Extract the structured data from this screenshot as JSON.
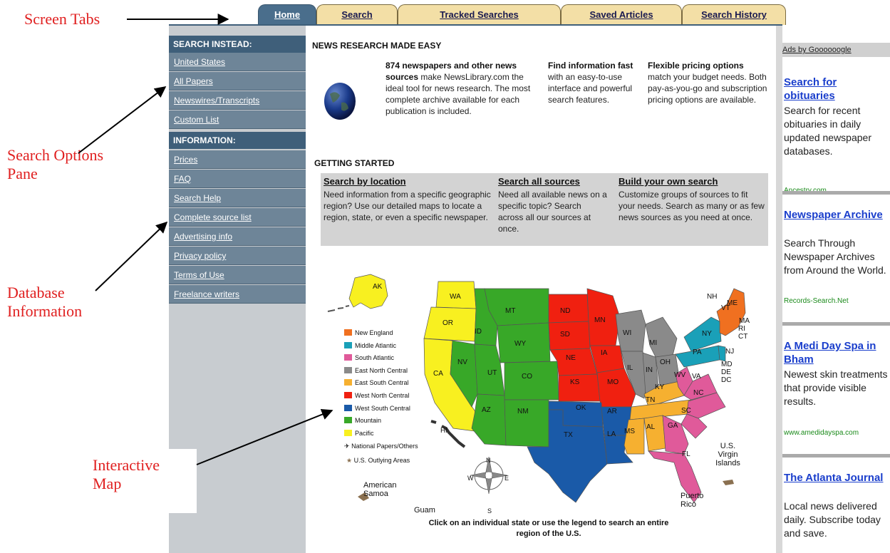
{
  "tabs": [
    "Home",
    "Search",
    "Tracked Searches",
    "Saved Articles",
    "Search History"
  ],
  "sidebar": {
    "search_head": "SEARCH INSTEAD:",
    "search_items": [
      "United States",
      "All Papers",
      "Newswires/Transcripts",
      "Custom List"
    ],
    "info_head": "INFORMATION:",
    "info_items": [
      "Prices",
      "FAQ",
      "Search Help",
      "Complete source list",
      "Advertising info",
      "Privacy policy",
      "Terms of Use",
      "Freelance writers"
    ]
  },
  "main": {
    "heading": "NEWS RESEARCH MADE EASY",
    "col1_bold": "874 newspapers and other news sources",
    "col1_text": " make NewsLibrary.com the ideal tool for news research. The most complete archive available for each publication is included.",
    "col2_bold": "Find information fast",
    "col2_text": " with an easy-to-use interface and powerful search features.",
    "col3_bold": "Flexible pricing options",
    "col3_text": " match your budget needs. Both pay-as-you-go and subscription pricing options are available.",
    "getting_started": "GETTING STARTED",
    "gs": [
      {
        "title": "Search by location",
        "text": "Need information from a specific geographic region? Use our detailed maps to locate a region, state, or even a specific newspaper."
      },
      {
        "title": "Search all sources",
        "text": "Need all available news on a specific topic? Search across all our sources at once."
      },
      {
        "title": "Build your own search",
        "text": "Customize groups of sources to fit your needs. Search as many or as few news sources as you need at once."
      }
    ],
    "caption": "Click on an individual state or use the legend to search an entire region of the U.S."
  },
  "legend": {
    "items": [
      {
        "label": "New England",
        "color": "#f07020"
      },
      {
        "label": "Middle Atlantic",
        "color": "#1aa0b8"
      },
      {
        "label": "South Atlantic",
        "color": "#e05a9a"
      },
      {
        "label": "East North Central",
        "color": "#8a8a8a"
      },
      {
        "label": "East South Central",
        "color": "#f6b030"
      },
      {
        "label": "West North Central",
        "color": "#f02010"
      },
      {
        "label": "West South Central",
        "color": "#1a5aa8"
      },
      {
        "label": "Mountain",
        "color": "#38a828"
      },
      {
        "label": "Pacific",
        "color": "#f8f020"
      }
    ],
    "national": "National Papers/Others",
    "outlying": "U.S. Outlying Areas"
  },
  "map_labels": {
    "ak": "AK",
    "wa": "WA",
    "or": "OR",
    "ca": "CA",
    "id": "ID",
    "nv": "NV",
    "mt": "MT",
    "wy": "WY",
    "ut": "UT",
    "co": "CO",
    "az": "AZ",
    "nm": "NM",
    "nd": "ND",
    "sd": "SD",
    "ne": "NE",
    "ks": "KS",
    "mn": "MN",
    "ia": "IA",
    "mo": "MO",
    "ok": "OK",
    "tx": "TX",
    "ar": "AR",
    "la": "LA",
    "wi": "WI",
    "mi": "MI",
    "il": "IL",
    "in": "IN",
    "oh": "OH",
    "ky": "KY",
    "tn": "TN",
    "ms": "MS",
    "al": "AL",
    "wv": "WV",
    "va": "VA",
    "nc": "NC",
    "sc": "SC",
    "ga": "GA",
    "fl": "FL",
    "md": "MD",
    "de": "DE",
    "dc": "DC",
    "ny": "NY",
    "pa": "PA",
    "nj": "NJ",
    "nh": "NH",
    "vt": "VT",
    "me": "ME",
    "ma": "MA",
    "ri": "RI",
    "ct": "CT",
    "hi": "HI",
    "virgin": "U.S. Virgin Islands",
    "samoa": "American Samoa",
    "guam": "Guam",
    "puerto": "Puerto Rico",
    "n": "N",
    "s": "S",
    "e": "E",
    "w": "W"
  },
  "ads": {
    "head": "Ads by Goooooogle",
    "items": [
      {
        "title": "Search for obituaries",
        "body": "Search for recent obituaries in daily updated newspaper databases.",
        "url": "Ancestry.com"
      },
      {
        "title": "Newspaper Archive",
        "body": "Search Through Newspaper Archives from Around the World.",
        "url": "Records-Search.Net"
      },
      {
        "title": "A Medi Day Spa in Bham",
        "body": "Newest skin treatments that provide visible results.",
        "url": "www.amedidayspa.com"
      },
      {
        "title": "The Atlanta Journal",
        "body": "Local news delivered daily. Subscribe today and save.",
        "url": ""
      }
    ]
  },
  "annotations": {
    "screen_tabs": "Screen Tabs",
    "search_options": "Search Options Pane",
    "database_info": "Database Information",
    "interactive_map": "Interactive Map"
  }
}
